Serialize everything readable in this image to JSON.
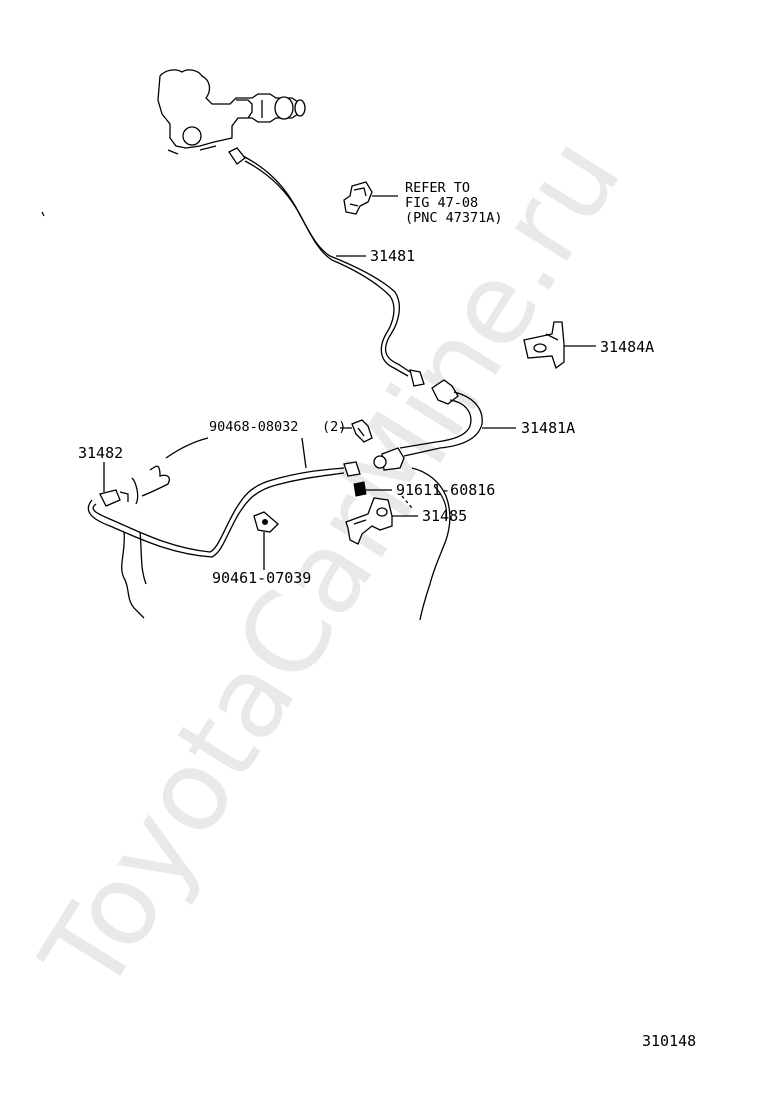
{
  "watermark": "ToyotaCarMine.ru",
  "callouts": {
    "p31481": "31481",
    "p31481A": "31481A",
    "p31484A": "31484A",
    "p31482": "31482",
    "p31485": "31485",
    "p90468": "90468-08032",
    "p90468_qty": "(2)",
    "p91611": "91611-60816",
    "p90461": "90461-07039"
  },
  "reference_note": [
    "REFER TO",
    "FIG 47-08",
    "(PNC 47371A)"
  ],
  "figure_number": "310148"
}
